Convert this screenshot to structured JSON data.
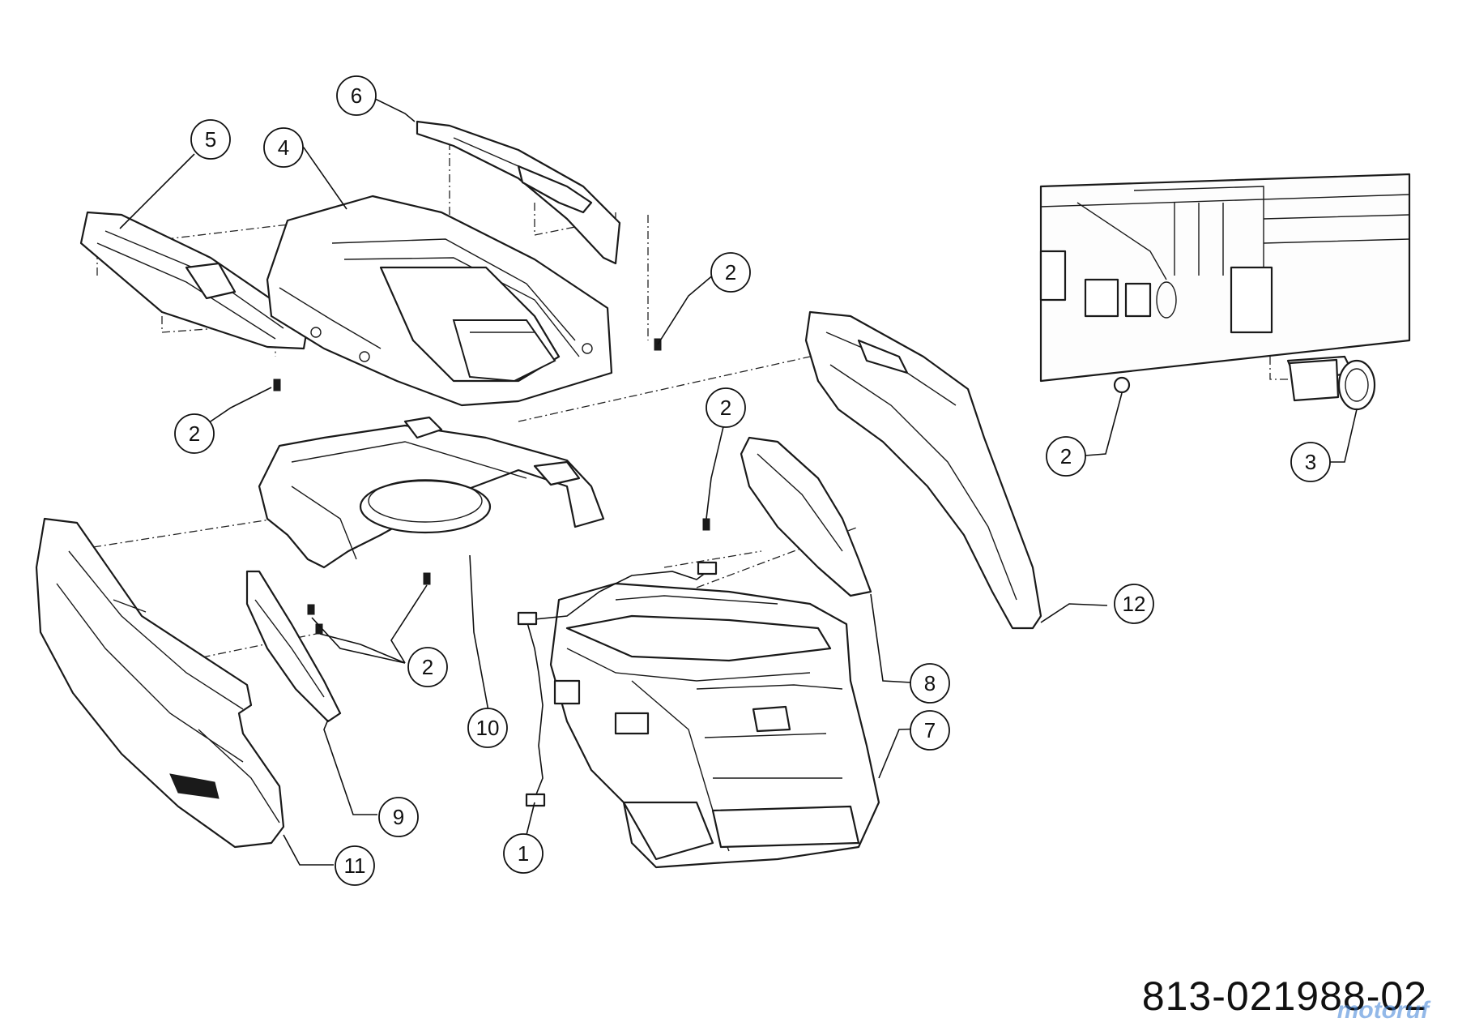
{
  "callouts": [
    "1",
    "2",
    "3",
    "4",
    "5",
    "6",
    "7",
    "8",
    "9",
    "10",
    "11",
    "12"
  ],
  "part_number": "813-021988-02",
  "watermark": "motoruf",
  "colors": {
    "line": "#1a1a1a",
    "background": "#ffffff",
    "watermark": "#3a7fd6"
  }
}
